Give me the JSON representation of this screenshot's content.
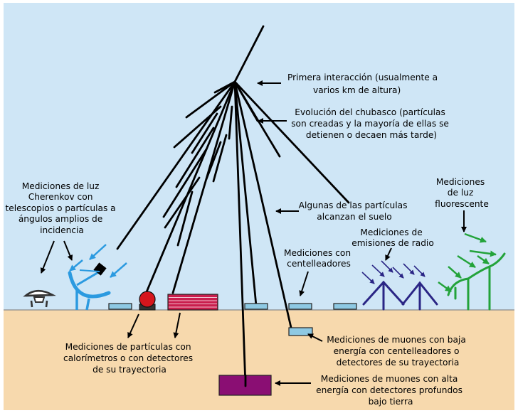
{
  "labels": {
    "primera": [
      "Primera interacción (usualmente a",
      "varios km de altura)"
    ],
    "evolucion": [
      "Evolución del chubasco (partículas",
      "son creadas y la mayoría de ellas se",
      "detienen o decaen más tarde)"
    ],
    "algunas": [
      "Algunas de las partículas",
      "alcanzan el suelo"
    ],
    "cherenkov": [
      "Mediciones de luz",
      "Cherenkov con",
      "telescopios o partículas a",
      "ángulos amplios de",
      "incidencia"
    ],
    "fluorescente": [
      "Mediciones",
      "de luz",
      "fluorescente"
    ],
    "radio": [
      "Mediciones de",
      "emisiones de radio"
    ],
    "centelleadores": [
      "Mediciones con",
      "centelleadores"
    ],
    "particulas": [
      "Mediciones de partículas con",
      "calorímetros o con detectores",
      "de su trayectoria"
    ],
    "muones_baja": [
      "Mediciones de muones con baja",
      "energía con centelleadores o",
      "detectores de su trayectoria"
    ],
    "muones_alta": [
      "Mediciones de muones con alta",
      "energía con detectores profundos",
      "bajo tierra"
    ]
  },
  "colors": {
    "sky": "#cfe6f6",
    "ground": "#f7d9ad",
    "detector": "#8ec9e3",
    "calorimeter": "#c91e4d",
    "particle_detector": "#d6161d",
    "deep_detector": "#8a0e73",
    "cherenkov_blue": "#2b9ae0",
    "radio_antenna": "#2a2585",
    "fluorescence_green": "#23a33a"
  }
}
